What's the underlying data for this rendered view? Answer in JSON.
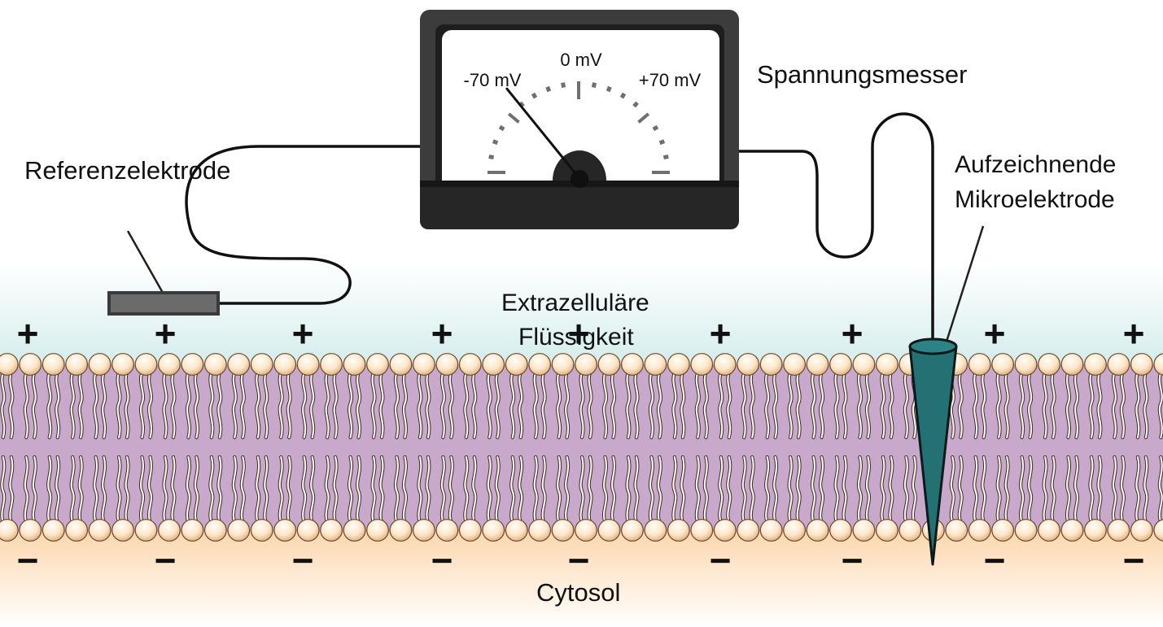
{
  "labels": {
    "reference_electrode": "Referenzelektrode",
    "voltmeter": "Spannungsmesser",
    "recording_electrode_line1": "Aufzeichnende",
    "recording_electrode_line2": "Mikroelektrode",
    "extracellular_line1": "Extrazelluläre",
    "extracellular_line2": "Flüssigkeit",
    "cytosol": "Cytosol"
  },
  "meter": {
    "left_label": "-70 mV",
    "center_label": "0 mV",
    "right_label": "+70 mV",
    "reading_mv": -70
  },
  "charges": {
    "outside": "+",
    "inside": "−"
  },
  "colors": {
    "extracellular": "#d4ecec",
    "cytosol": "#fcd6ac",
    "bilayer": "#c8a9cc",
    "microelectrode": "#237173",
    "meter_case": "#3c3c3c",
    "meter_face": "#ffffff",
    "phospholipid_head": "#fbe3c2",
    "reference_electrode": "#6b6b6b"
  }
}
